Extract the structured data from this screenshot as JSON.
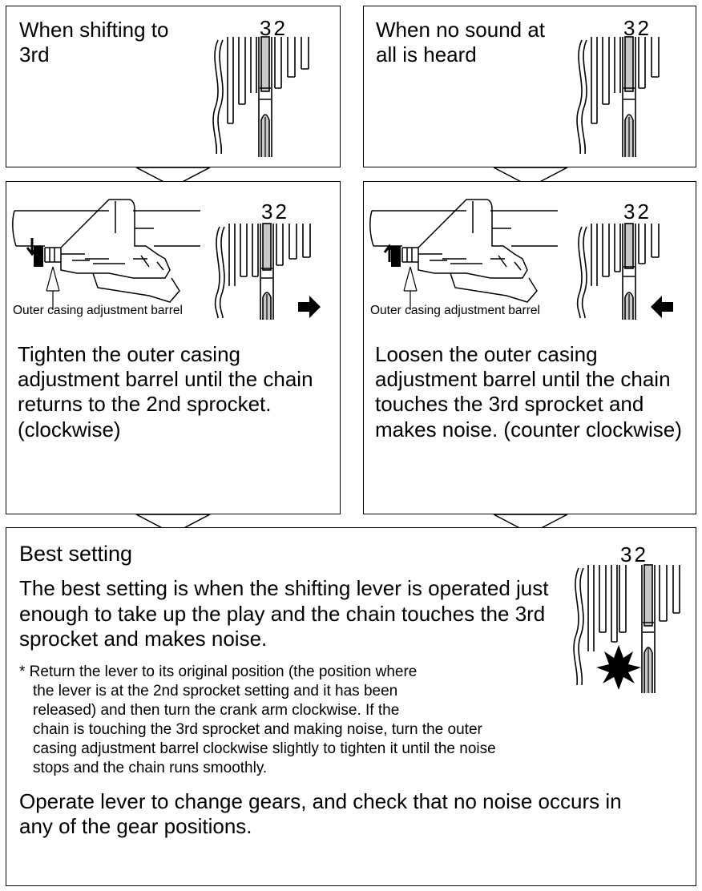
{
  "panel_top_left": {
    "heading": "When shifting to 3rd",
    "sprocket_numbers": "32"
  },
  "panel_top_right": {
    "heading": "When no sound at all is heard",
    "sprocket_numbers": "32"
  },
  "panel_mid_left": {
    "sprocket_numbers": "32",
    "callout": "Outer casing adjustment barrel",
    "instruction": "Tighten the outer casing adjustment barrel until the chain returns to the 2nd sprocket. (clockwise)"
  },
  "panel_mid_right": {
    "sprocket_numbers": "32",
    "callout": "Outer casing adjustment barrel",
    "instruction": "Loosen the outer casing adjustment barrel until the chain touches the 3rd sprocket and makes noise. (counter clockwise)"
  },
  "panel_bottom": {
    "title": "Best setting",
    "sprocket_numbers": "32",
    "intro": "The best setting is when the shifting lever is operated just enough to take up the play and the chain touches the 3rd sprocket and makes noise.",
    "note_lines": [
      "* Return the lever to its original position (the position where",
      "the lever is at the 2nd sprocket setting and it has been",
      "released) and then turn the crank arm clockwise. If the",
      "chain is touching the 3rd sprocket and making noise, turn the outer",
      "casing adjustment barrel clockwise slightly to tighten it until the noise",
      "stops and the chain runs smoothly."
    ],
    "final": "Operate lever to change gears, and check that no noise occurs in any of the gear positions."
  }
}
